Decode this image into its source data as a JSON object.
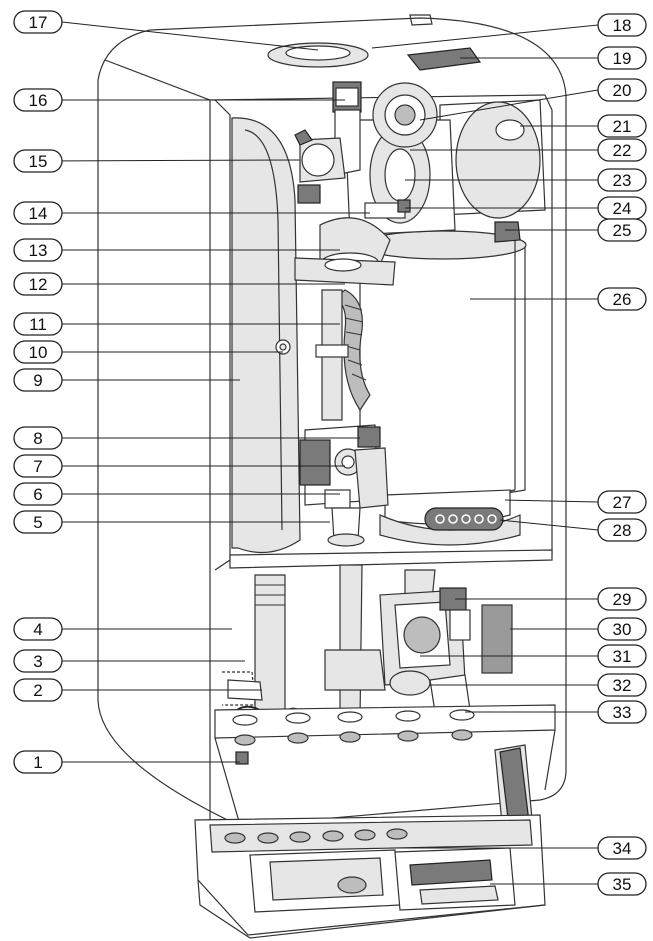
{
  "figure": {
    "description_role": "exploded component diagram",
    "colors": {
      "line": "#222222",
      "shade_light": "#e6e6e6",
      "shade_mid": "#bdbdbd",
      "shade_dark": "#7a7a7a"
    }
  },
  "callouts": {
    "left": [
      "17",
      "16",
      "15",
      "14",
      "13",
      "12",
      "11",
      "10",
      "9",
      "8",
      "7",
      "6",
      "5",
      "4",
      "3",
      "2",
      "1"
    ],
    "right": [
      "18",
      "19",
      "20",
      "21",
      "22",
      "23",
      "24",
      "25",
      "26",
      "27",
      "28",
      "29",
      "30",
      "31",
      "32",
      "33",
      "34",
      "35"
    ]
  }
}
